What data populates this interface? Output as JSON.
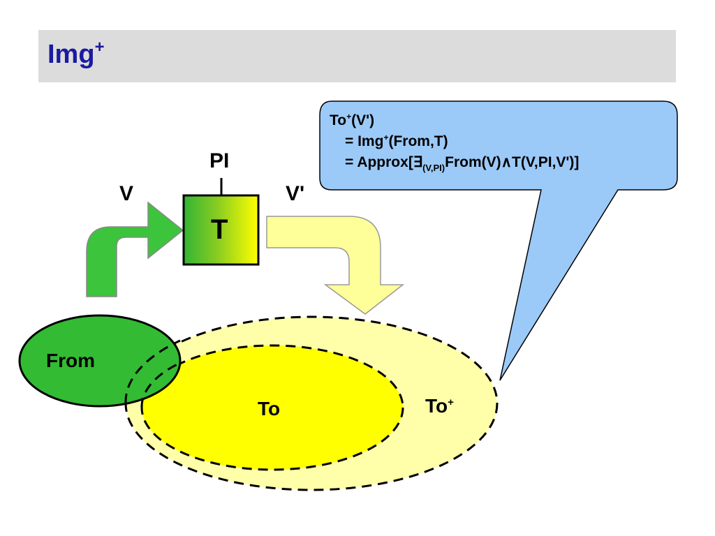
{
  "title": {
    "text": "Img",
    "sup": "+"
  },
  "callout": {
    "line1": {
      "text": "To",
      "sup": "+",
      "rest": "(V')"
    },
    "line2": {
      "pre": "= Img",
      "sup": "+",
      "rest": "(From,T)"
    },
    "line3": {
      "pre": "= Approx[",
      "exists": "∃",
      "sub": "(V,PI)",
      "mid": "From(V)",
      "and": "∧",
      "rest": "T(V,PI,V')]"
    }
  },
  "labels": {
    "pi": "PI",
    "v": "V",
    "v_prime": "V'",
    "t": "T",
    "from": "From",
    "to": "To",
    "to_plus": {
      "text": "To",
      "sup": "+"
    }
  },
  "colors": {
    "title_bg": "#dcdcdc",
    "title_text": "#1a1aa0",
    "callout_fill": "#9ccaf8",
    "green": "#3cc43c",
    "from_fill": "#33bb33",
    "yellow": "#ffff00",
    "pale_yellow": "#ffff99",
    "to_plus_fill": "#ffffaa"
  }
}
